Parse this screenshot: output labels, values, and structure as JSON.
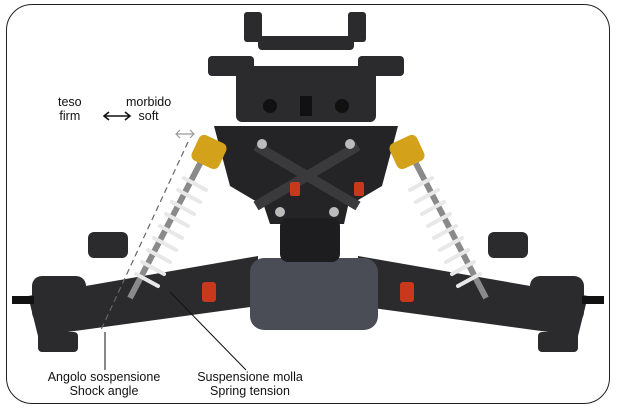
{
  "labels": {
    "firm": {
      "it": "teso",
      "en": "firm"
    },
    "soft": {
      "it": "morbido",
      "en": "soft"
    },
    "shock_angle": {
      "it": "Angolo sospensione",
      "en": "Shock angle"
    },
    "spring_tension": {
      "it": "Suspensione molla",
      "en": "Spring tension"
    }
  },
  "colors": {
    "frame": "#222222",
    "chassis": "#2b2b2d",
    "spring": "#e8e8e8",
    "shock_cap": "#d4a21a",
    "body_plate": "#4a4d55"
  }
}
